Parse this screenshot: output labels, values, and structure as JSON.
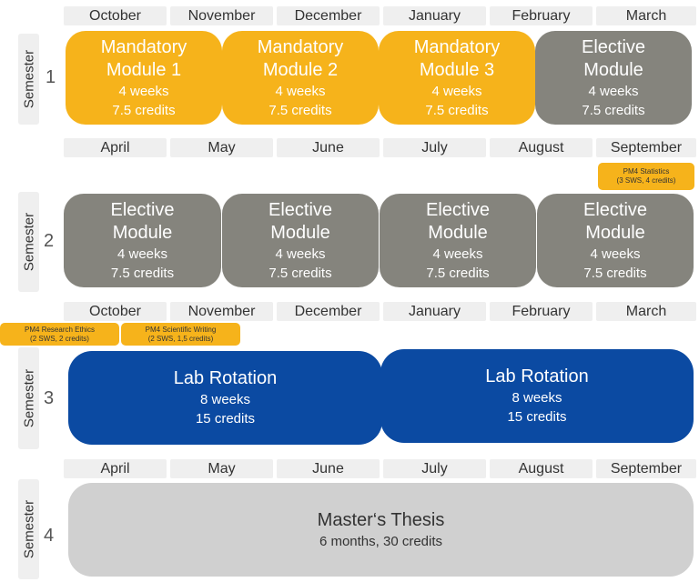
{
  "rows": {
    "r1": [
      "October",
      "November",
      "December",
      "January",
      "February",
      "March"
    ],
    "r2": [
      "April",
      "May",
      "June",
      "July",
      "August",
      "September"
    ],
    "r3": [
      "October",
      "November",
      "December",
      "January",
      "February",
      "March"
    ],
    "r4": [
      "April",
      "May",
      "June",
      "July",
      "August",
      "September"
    ]
  },
  "semesters": {
    "s1": {
      "label": "Semester",
      "number": "1"
    },
    "s2": {
      "label": "Semester",
      "number": "2"
    },
    "s3": {
      "label": "Semester",
      "number": "3"
    },
    "s4": {
      "label": "Semester",
      "number": "4"
    }
  },
  "modules": {
    "m1": {
      "t1": "Mandatory",
      "t2": "Module 1",
      "d": "4 weeks",
      "c": "7.5 credits"
    },
    "m2": {
      "t1": "Mandatory",
      "t2": "Module 2",
      "d": "4 weeks",
      "c": "7.5 credits"
    },
    "m3": {
      "t1": "Mandatory",
      "t2": "Module 3",
      "d": "4 weeks",
      "c": "7.5 credits"
    },
    "m4": {
      "t1": "Elective",
      "t2": "Module",
      "d": "4 weeks",
      "c": "7.5 credits"
    },
    "e1": {
      "t1": "Elective",
      "t2": "Module",
      "d": "4 weeks",
      "c": "7.5 credits"
    },
    "e2": {
      "t1": "Elective",
      "t2": "Module",
      "d": "4 weeks",
      "c": "7.5 credits"
    },
    "e3": {
      "t1": "Elective",
      "t2": "Module",
      "d": "4 weeks",
      "c": "7.5 credits"
    },
    "e4": {
      "t1": "Elective",
      "t2": "Module",
      "d": "4 weeks",
      "c": "7.5 credits"
    },
    "lab1": {
      "t1": "Lab Rotation",
      "d": "8 weeks",
      "c": "15 credits"
    },
    "lab2": {
      "t1": "Lab Rotation",
      "d": "8 weeks",
      "c": "15 credits"
    },
    "thesis": {
      "t1": "Master‘s Thesis",
      "d": "6 months, 30 credits"
    }
  },
  "badges": {
    "stats": {
      "l1": "PM4 Statistics",
      "l2": "(3 SWS, 4 credits)"
    },
    "ethics": {
      "l1": "PM4 Research Ethics",
      "l2": "(2 SWS, 2 credits)"
    },
    "writing": {
      "l1": "PM4 Scientific Writing",
      "l2": "(2 SWS, 1,5 credits)"
    }
  },
  "colors": {
    "mandatory": "#f6b31b",
    "elective": "#85847d",
    "lab": "#0b4aa2",
    "thesis": "#d0d0d0",
    "month_tab": "#efefef"
  }
}
